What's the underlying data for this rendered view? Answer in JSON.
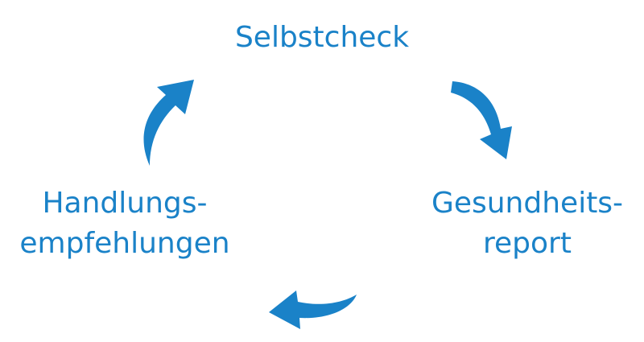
{
  "diagram": {
    "accent_color": "#1a82c8",
    "nodes": {
      "top": {
        "lines": [
          "Selbstcheck"
        ]
      },
      "right": {
        "lines": [
          "Gesundheits-",
          "report"
        ]
      },
      "left": {
        "lines": [
          "Handlungs-",
          "empfehlungen"
        ]
      }
    },
    "arrows": [
      {
        "from": "top",
        "to": "right",
        "icon": "curved-arrow-icon"
      },
      {
        "from": "right",
        "to": "left",
        "icon": "curved-arrow-icon"
      },
      {
        "from": "left",
        "to": "top",
        "icon": "curved-arrow-icon"
      }
    ]
  }
}
